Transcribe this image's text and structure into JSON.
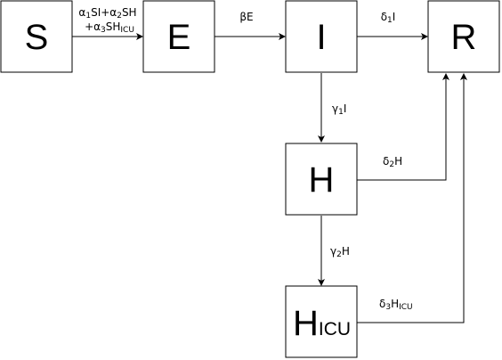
{
  "nodes": {
    "S": {
      "label": "S"
    },
    "E": {
      "label": "E"
    },
    "I": {
      "label": "I"
    },
    "R": {
      "label": "R"
    },
    "H": {
      "label": "H"
    },
    "HICU": {
      "label": "H",
      "sub": "ICU"
    }
  },
  "edges": {
    "s_to_e": {
      "line1": {
        "a": "α",
        "a_sub": "1",
        "b": "SI+α",
        "b_sub": "2",
        "c": "SH"
      },
      "line2": {
        "a": "+α",
        "a_sub": "3",
        "b": "SH",
        "b_sub": "ICU"
      }
    },
    "e_to_i": {
      "text": "βE"
    },
    "i_to_r": {
      "a": "δ",
      "a_sub": "1",
      "b": "I"
    },
    "i_to_h": {
      "a": "γ",
      "a_sub": "1",
      "b": "I"
    },
    "h_to_r": {
      "a": "δ",
      "a_sub": "2",
      "b": "H"
    },
    "h_to_hicu": {
      "a": "γ",
      "a_sub": "2",
      "b": "H"
    },
    "hicu_to_r": {
      "a": "δ",
      "a_sub": "3",
      "b": "H",
      "b_sub": "ICU"
    }
  }
}
